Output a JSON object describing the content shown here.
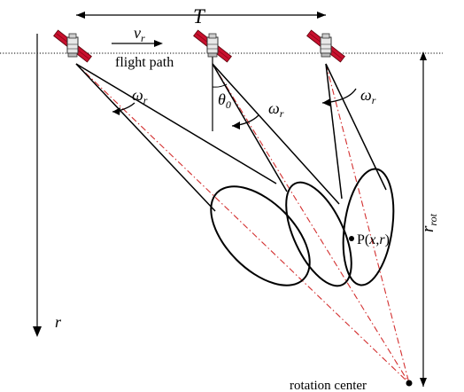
{
  "labels": {
    "period": "T",
    "velocity_main": "v",
    "velocity_sub": "r",
    "flight_path": "flight path",
    "omega_main": "ω",
    "omega_sub": "r",
    "theta_main": "θ",
    "theta_sub": "0",
    "point_prefix": "P(",
    "point_x": "x",
    "point_comma": ",",
    "point_r": "r",
    "point_suffix": ")",
    "range_axis": "r",
    "rrot_main": "r",
    "rrot_sub": "rot",
    "rotation_center": "rotation center"
  },
  "colors": {
    "satellite_body": "#c8102e",
    "beam_centerline": "#d32f2f",
    "ink": "#000000"
  },
  "icons": [
    "satellite-icon",
    "arrow-right-icon",
    "arrow-down-icon",
    "rotation-arrow-icon"
  ]
}
